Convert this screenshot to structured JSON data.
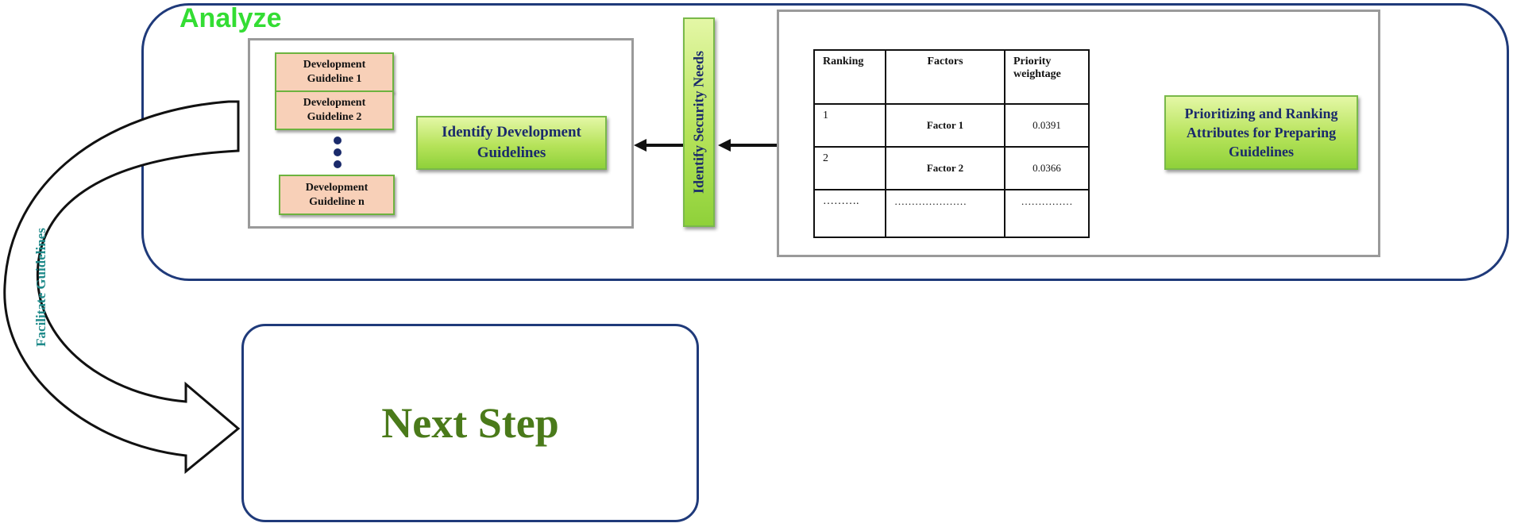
{
  "analyze": {
    "title": "Analyze"
  },
  "guidelines": {
    "items": [
      "Development Guideline 1",
      "Development Guideline 2",
      "Development Guideline n"
    ]
  },
  "identify_development": {
    "label": "Identify Development Guidelines"
  },
  "identify_security": {
    "label": "Identify Security Needs"
  },
  "ranking_table": {
    "headers": [
      "Ranking",
      "Factors",
      "Priority weightage"
    ],
    "rows": [
      {
        "rank": "1",
        "factor": "Factor 1",
        "weight": "0.0391"
      },
      {
        "rank": "2",
        "factor": "Factor 2",
        "weight": "0.0366"
      },
      {
        "rank": "……….",
        "factor": "…………………",
        "weight": "……………"
      }
    ]
  },
  "prioritizing": {
    "label": "Prioritizing and Ranking Attributes for Preparing Guidelines"
  },
  "facilitate": {
    "label": "Facilitate Guidelines"
  },
  "next_step": {
    "label": "Next Step"
  },
  "colors": {
    "container_border": "#1f3a7a",
    "analyze_title": "#33dd33",
    "guideline_fill": "#f8d0b8",
    "green_box": "#b6e35a",
    "green_box_text": "#1a2a6b",
    "next_step_text": "#4a7a1a",
    "facilitate_text": "#1f8a8a"
  }
}
